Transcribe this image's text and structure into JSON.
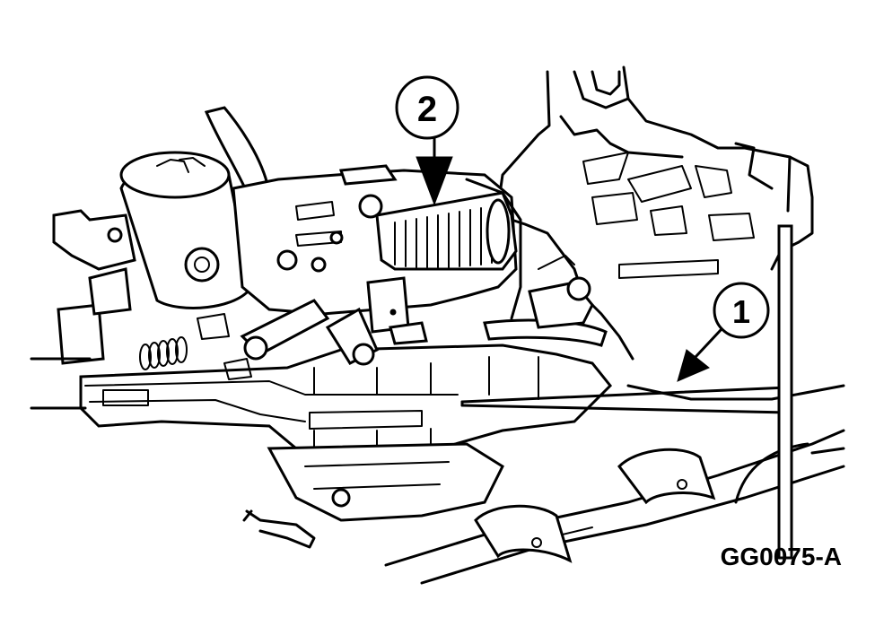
{
  "callouts": [
    {
      "number": "1"
    },
    {
      "number": "2"
    }
  ],
  "figure_id": "GG0075-A"
}
